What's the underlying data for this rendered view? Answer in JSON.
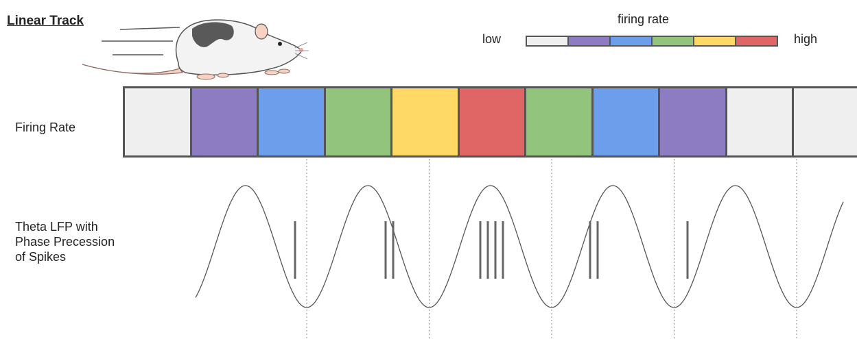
{
  "title": "Linear Track",
  "legend": {
    "title": "firing rate",
    "low": "low",
    "high": "high",
    "colors": [
      "#efefef",
      "#8e7cc3",
      "#6d9eeb",
      "#93c47d",
      "#ffd966",
      "#e06666"
    ]
  },
  "rows": {
    "firing_rate_label": "Firing Rate",
    "theta_label_lines": [
      "Theta LFP with",
      "Phase Precession",
      "of Spikes"
    ]
  },
  "track_colors": [
    "#efefef",
    "#8e7cc3",
    "#6d9eeb",
    "#93c47d",
    "#ffd966",
    "#e06666",
    "#93c47d",
    "#6d9eeb",
    "#8e7cc3",
    "#efefef",
    "#efefef"
  ],
  "spike_groups": [
    1,
    2,
    4,
    2,
    1
  ]
}
